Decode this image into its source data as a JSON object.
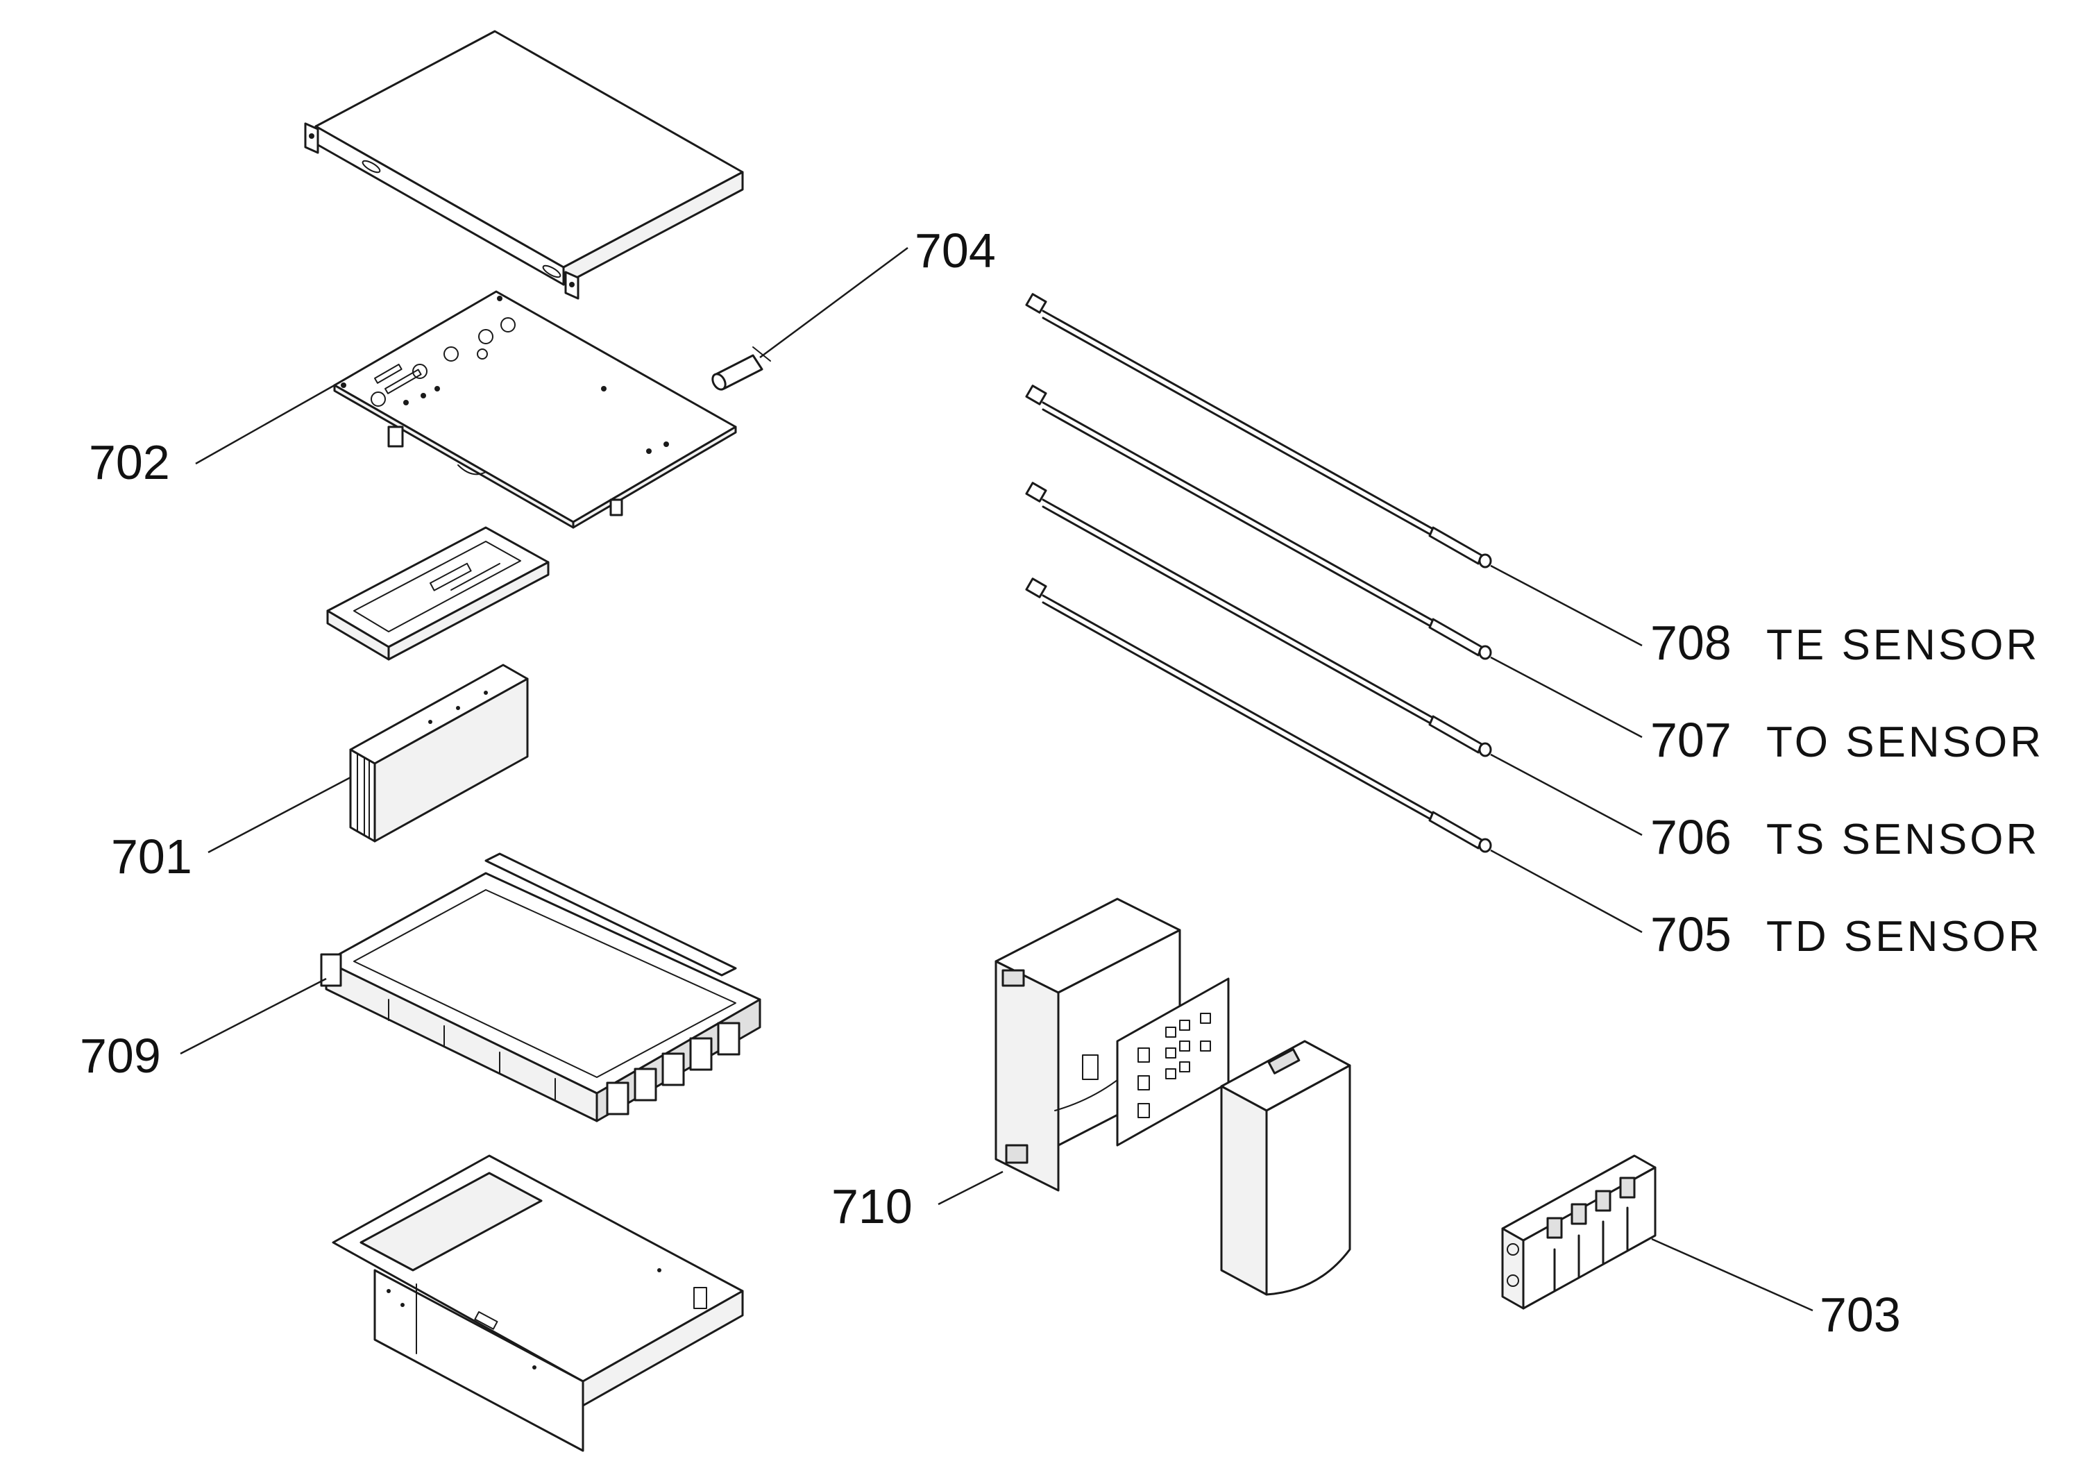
{
  "callouts": {
    "c702": "702",
    "c704": "704",
    "c701": "701",
    "c709": "709",
    "c710": "710",
    "c703": "703",
    "c708": "708",
    "c707": "707",
    "c706": "706",
    "c705": "705"
  },
  "sensors": {
    "s708": "TE  SENSOR",
    "s707": "TO  SENSOR",
    "s706": "TS  SENSOR",
    "s705": "TD  SENSOR"
  }
}
